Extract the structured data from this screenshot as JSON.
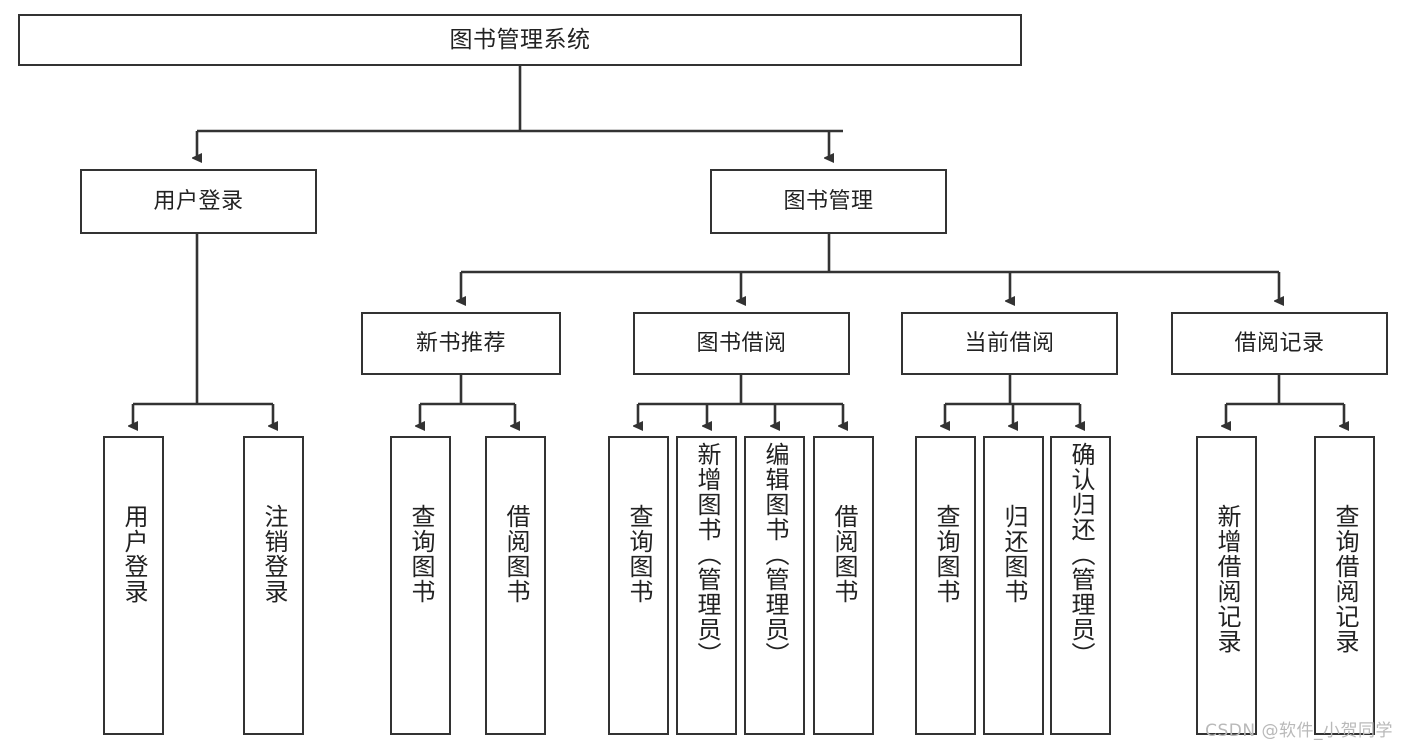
{
  "diagram": {
    "title": "图书管理系统",
    "type": "tree-hierarchy-diagram",
    "watermark": "CSDN @软件_小贺同学",
    "colors": {
      "background": "#ffffff",
      "box_border": "#333333",
      "box_fill": "#ffffff",
      "text": "#222222",
      "edge": "#333333",
      "watermark": "#b9b9b9"
    },
    "nodes": {
      "root": {
        "label": "图书管理系统"
      },
      "level2": [
        {
          "label": "用户登录"
        },
        {
          "label": "图书管理"
        }
      ],
      "level3": [
        {
          "label": "新书推荐"
        },
        {
          "label": "图书借阅"
        },
        {
          "label": "当前借阅"
        },
        {
          "label": "借阅记录"
        }
      ],
      "leaves": {
        "user_login": [
          {
            "label": "用户登录"
          },
          {
            "label": "注销登录"
          }
        ],
        "new_book_recommend": [
          {
            "label": "查询图书"
          },
          {
            "label": "借阅图书"
          }
        ],
        "book_borrow": [
          {
            "label": "查询图书"
          },
          {
            "label": "新增图书（管理员）"
          },
          {
            "label": "编辑图书（管理员）"
          },
          {
            "label": "借阅图书"
          }
        ],
        "current_borrow": [
          {
            "label": "查询图书"
          },
          {
            "label": "归还图书"
          },
          {
            "label": "确认归还（管理员）"
          }
        ],
        "borrow_record": [
          {
            "label": "新增借阅记录"
          },
          {
            "label": "查询借阅记录"
          }
        ]
      }
    }
  }
}
